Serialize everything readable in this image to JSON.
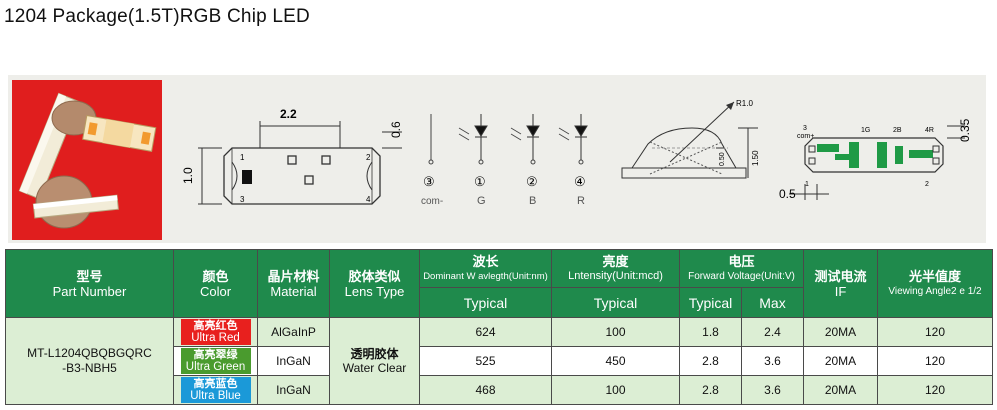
{
  "title": "1204 Package(1.5T)RGB Chip LED",
  "drawing": {
    "dim_width": "2.2",
    "dim_height_left": "1.0",
    "dim_thickness": "0.6",
    "pins": [
      "1",
      "2",
      "3",
      "4"
    ],
    "circuit": {
      "labels": [
        "③",
        "①",
        "②",
        "④"
      ],
      "under": [
        "com-",
        "G",
        "B",
        "R"
      ]
    },
    "side": {
      "r": "R1.0",
      "h1": "0.50",
      "h2": "1.50"
    },
    "bottom": {
      "com": "com+",
      "t": "0.35",
      "w": "0.5",
      "pads": [
        "3",
        "1G",
        "2B",
        "4R",
        "1",
        "2"
      ]
    }
  },
  "table": {
    "headers": {
      "part": {
        "cn": "型号",
        "en": "Part Number"
      },
      "color": {
        "cn": "颜色",
        "en": "Color"
      },
      "material": {
        "cn": "晶片材料",
        "en": "Material"
      },
      "lens": {
        "cn": "胶体类似",
        "en": "Lens Type"
      },
      "wave": {
        "cn": "波长",
        "en": "Dominant W avlegth(Unit:nm)"
      },
      "intensity": {
        "cn": "亮度",
        "en": "Lntensity(Unit:mcd)"
      },
      "voltage": {
        "cn": "电压",
        "en": "Forward Voltage(Unit:V)"
      },
      "current": {
        "cn": "测试电流",
        "en": "IF"
      },
      "angle": {
        "cn": "光半值度",
        "en": "Viewing Angle2 e 1/2"
      }
    },
    "sub": {
      "typical1": "Typical",
      "typical2": "Typical",
      "typical3": "Typical",
      "max": "Max"
    },
    "part_number": [
      "MT-L1204QBQBGQRC",
      "-B3-NBH5"
    ],
    "lens_value": {
      "cn": "透明胶体",
      "en": "Water Clear"
    },
    "rows": [
      {
        "color_cn": "高亮红色",
        "color_en": "Ultra Red",
        "material": "AlGaInP",
        "wave": "624",
        "intensity": "100",
        "vf_typ": "1.8",
        "vf_max": "2.4",
        "if": "20MA",
        "angle": "120"
      },
      {
        "color_cn": "高亮翠绿",
        "color_en": "Ultra Green",
        "material": "InGaN",
        "wave": "525",
        "intensity": "450",
        "vf_typ": "2.8",
        "vf_max": "3.6",
        "if": "20MA",
        "angle": "120"
      },
      {
        "color_cn": "高亮蓝色",
        "color_en": "Ultra Blue",
        "material": "InGaN",
        "wave": "468",
        "intensity": "100",
        "vf_typ": "2.8",
        "vf_max": "3.6",
        "if": "20MA",
        "angle": "120"
      }
    ]
  }
}
